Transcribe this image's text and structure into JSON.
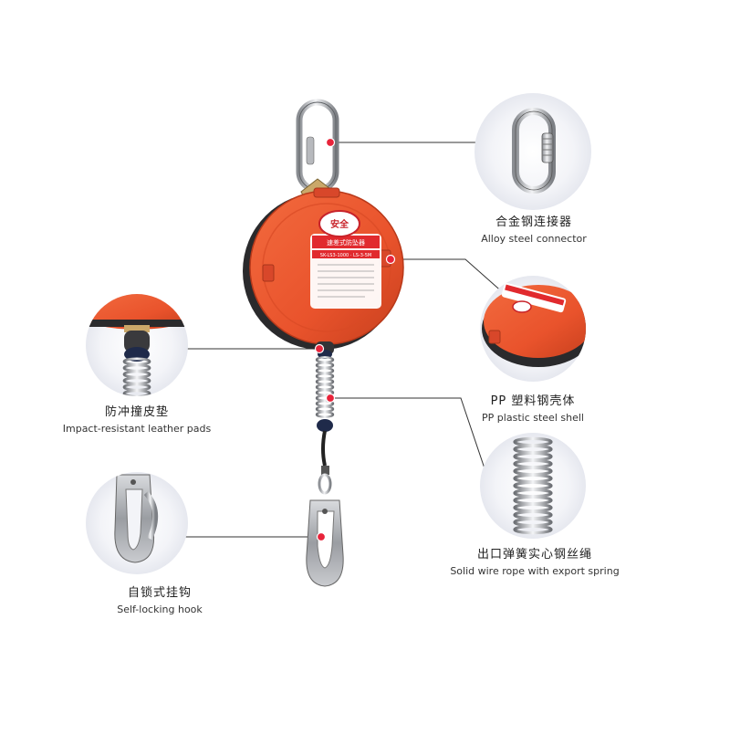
{
  "product": {
    "brand_badge": "安全",
    "case_text_line1": "速差式防坠器",
    "case_text_line2": "SK-LS3-1000 · LS-3-5M",
    "accent_color": "#e9532c",
    "marker_color": "#e8233a"
  },
  "callouts": [
    {
      "id": "connector",
      "zh": "合金钢连接器",
      "en": "Alloy steel connector"
    },
    {
      "id": "shell",
      "zh": "PP 塑料钢壳体",
      "en": "PP plastic steel shell"
    },
    {
      "id": "spring",
      "zh": "出口弹簧实心钢丝绳",
      "en": "Solid wire rope with export spring"
    },
    {
      "id": "pads",
      "zh": "防冲撞皮垫",
      "en": "Impact-resistant leather pads"
    },
    {
      "id": "hook",
      "zh": "自锁式挂钩",
      "en": "Self-locking hook"
    }
  ]
}
